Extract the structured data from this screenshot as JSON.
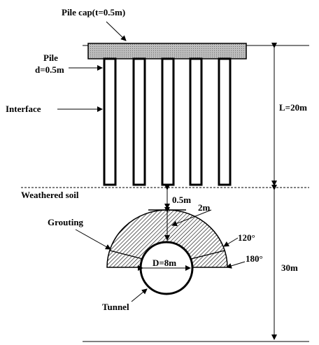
{
  "labels": {
    "pile_cap": "Pile cap(t=0.5m)",
    "pile": "Pile",
    "pile_diameter": "d=0.5m",
    "interface": "Interface",
    "pile_length": "L=20m",
    "weathered_soil": "Weathered soil",
    "gap": "0.5m",
    "grout_thickness": "2m",
    "grouting": "Grouting",
    "angle_120": "120°",
    "angle_180": "180°",
    "tunnel_diameter": "D=8m",
    "tunnel": "Tunnel",
    "soil_depth": "30m"
  }
}
